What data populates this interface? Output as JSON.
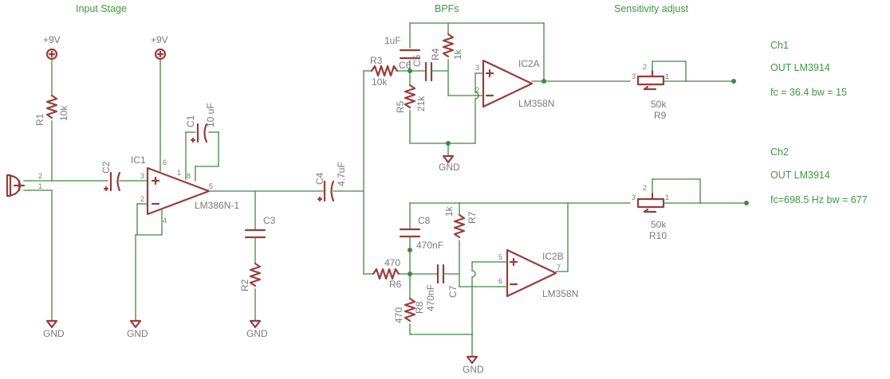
{
  "sections": {
    "input_stage": "Input Stage",
    "bpfs": "BPFs",
    "sensitivity": "Sensitivity adjust"
  },
  "supply": {
    "label": "+9V"
  },
  "ground": {
    "label": "GND"
  },
  "ic1": {
    "name": "IC1",
    "part": "LM386N-1"
  },
  "ic2a": {
    "name": "IC2A",
    "part": "LM358N"
  },
  "ic2b": {
    "name": "IC2B",
    "part": "LM358N"
  },
  "r1": {
    "name": "R1",
    "value": "10k"
  },
  "r2": {
    "name": "R2"
  },
  "r3": {
    "name": "R3",
    "value": "10k"
  },
  "r4": {
    "name": "R4",
    "value": "1k"
  },
  "r5": {
    "name": "R5",
    "value": "21k"
  },
  "r6": {
    "name": "R6",
    "value": "470"
  },
  "r7": {
    "name": "R7",
    "value": "1k"
  },
  "r8": {
    "name": "R8",
    "value": "470"
  },
  "r9": {
    "name": "R9",
    "value": "50k"
  },
  "r10": {
    "name": "R10",
    "value": "50k"
  },
  "c1": {
    "name": "C1",
    "value": "10 uF"
  },
  "c2": {
    "name": "C2"
  },
  "c3": {
    "name": "C3"
  },
  "c4": {
    "name": "C4",
    "value": "4.7uF"
  },
  "c5": {
    "name": "C5",
    "value": "1uF"
  },
  "c6": {
    "name": "C6"
  },
  "c7": {
    "name": "C7",
    "value": "470nF"
  },
  "c8": {
    "name": "C8",
    "value": "470nF"
  },
  "ch1": {
    "title": "Ch1",
    "out": "OUT LM3914",
    "fc": "fc = 36.4  bw = 15"
  },
  "ch2": {
    "title": "Ch2",
    "out": "OUT LM3914",
    "fc": "fc=698.5 Hz bw = 677"
  },
  "pins": {
    "p1": "1",
    "p2": "2",
    "p3": "3",
    "p4": "4",
    "p5": "5",
    "p6": "6",
    "p7": "7",
    "p8": "8",
    "p1_ic1": "1"
  }
}
